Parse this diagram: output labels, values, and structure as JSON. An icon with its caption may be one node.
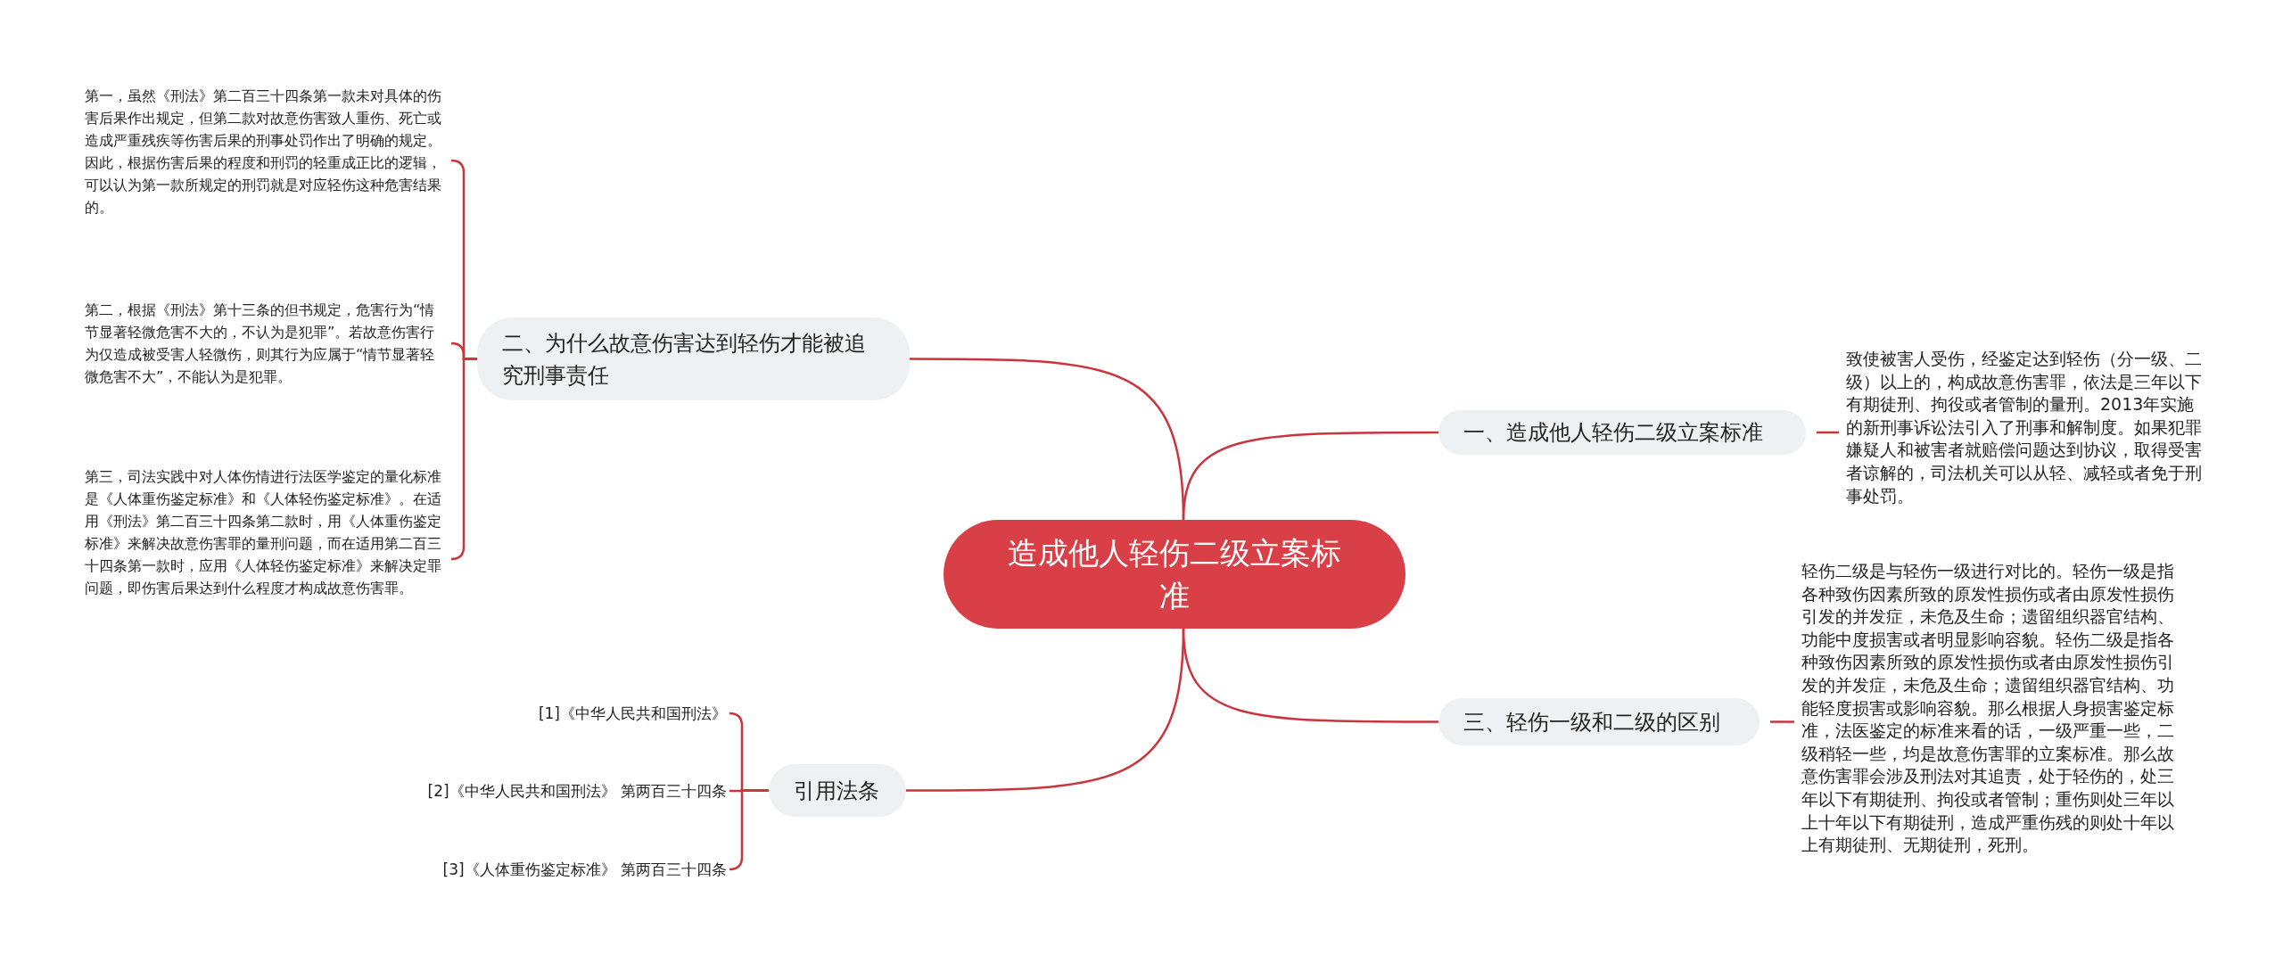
{
  "diagram": {
    "nodes": [
      {
        "text": [
          "造成他人轻伤二级立案标准"
        ]
      },
      {
        "text": [
          "一、造成他人轻伤二级立案标准"
        ]
      },
      {
        "text": [
          "致使被害人受伤，经鉴定达到轻伤（分一级、二级）以上的，构成故意伤害罪，依法是三年以下有期徒刑、拘役或者管制的量刑。2013年实施的新刑事诉讼法引入了刑事和解制度。如果犯罪嫌疑人和被害者就赔偿问题达到协议，取得受害者谅解的，司法机关可以从轻、减轻或者免于刑事处罚。"
        ]
      },
      {
        "text": [
          "二、为什么故意伤害达到轻伤才能被追究刑事责任"
        ]
      },
      {
        "text": [
          "第一，虽然《刑法》第二百三十四条第一款未对具体的伤害后果作出规定，但第二款对故意伤害致人重伤、死亡或造成严重残疾等伤害后果的刑事处罚作出了明确的规定。因此，根据伤害后果的程度和刑罚的轻重成正比的逻辑，可以认为第一款所规定的刑罚就是对应轻伤这种危害结果的。"
        ]
      },
      {
        "text": [
          "第二，根据《刑法》第十三条的但书规定，危害行为“情节显著轻微危害不大的，不认为是犯罪”。若故意伤害行为仅造成被受害人轻微伤，则其行为应属于“情节显著轻微危害不大”，不能认为是犯罪。"
        ]
      },
      {
        "text": [
          "第三，司法实践中对人体伤情进行法医学鉴定的量化标准是《人体重伤鉴定标准》和《人体轻伤鉴定标准》。在适用《刑法》第二百三十四条第二款时，用《人体重伤鉴定标准》来解决故意伤害罪的量刑问题，而在适用第二百三十四条第一款时，应用《人体轻伤鉴定标准》来解决定罪问题，即伤害后果达到什么程度才构成故意伤害罪。"
        ]
      },
      {
        "text": [
          "三、轻伤一级和二级的区别"
        ]
      },
      {
        "text": [
          "轻伤二级是与轻伤一级进行对比的。轻伤一级是指各种致伤因素所致的原发性损伤或者由原发性损伤引发的并发症，未危及生命；遗留组织器官结构、功能中度损害或者明显影响容貌。轻伤二级是指各种致伤因素所致的原发性损伤或者由原发性损伤引发的并发症，未危及生命；遗留组织器官结构、功能轻度损害或影响容貌。那么根据人身损害鉴定标准，法医鉴定的标准来看的话，一级严重一些，二级稍轻一些，均是故意伤害罪的立案标准。那么故意伤害罪会涉及刑法对其追责，处于轻伤的，处三年以下有期徒刑、拘役或者管制；重伤则处三年以上十年以下有期徒刑，造成严重伤残的则处十年以上有期徒刑、无期徒刑，死刑。"
        ]
      },
      {
        "text": [
          "引用法条"
        ]
      },
      {
        "text": [
          "[1]《中华人民共和国刑法》"
        ]
      },
      {
        "text": [
          "[2]《中华人民共和国刑法》 第两百三十四条"
        ]
      },
      {
        "text": [
          "[3]《人体重伤鉴定标准》 第两百三十四条"
        ]
      }
    ],
    "edges": [
      {
        "from": 0,
        "to": 1,
        "arrow": "none"
      },
      {
        "from": 1,
        "to": 2,
        "arrow": "none"
      },
      {
        "from": 0,
        "to": 3,
        "arrow": "none"
      },
      {
        "from": 3,
        "to": 4,
        "arrow": "none"
      },
      {
        "from": 3,
        "to": 5,
        "arrow": "none"
      },
      {
        "from": 3,
        "to": 6,
        "arrow": "none"
      },
      {
        "from": 0,
        "to": 7,
        "arrow": "none"
      },
      {
        "from": 7,
        "to": 8,
        "arrow": "none"
      },
      {
        "from": 0,
        "to": 9,
        "arrow": "none"
      },
      {
        "from": 9,
        "to": 10,
        "arrow": "none"
      },
      {
        "from": 9,
        "to": 11,
        "arrow": "none"
      },
      {
        "from": 9,
        "to": 12,
        "arrow": "none"
      }
    ]
  }
}
